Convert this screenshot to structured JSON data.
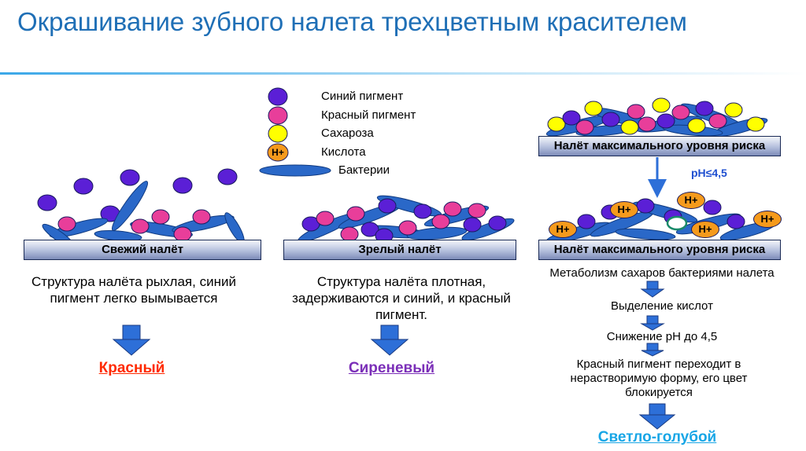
{
  "title": "Окрашивание зубного налета трехцветным красителем",
  "legend": {
    "blue_pigment": "Синий пигмент",
    "red_pigment": "Красный пигмент",
    "sucrose": "Сахароза",
    "acid": "Кислота",
    "bacteria": "Бактерии",
    "acid_symbol": "H+"
  },
  "panels": {
    "fresh": {
      "label": "Свежий налёт",
      "description": "Структура налёта рыхлая, синий пигмент легко вымывается",
      "result": "Красный"
    },
    "mature": {
      "label": "Зрелый налёт",
      "description": "Структура налёта плотная, задерживаются и синий, и красный пигмент.",
      "result": "Сиреневый"
    },
    "risk": {
      "label_top": "Налёт максимального уровня риска",
      "label_bottom": "Налёт максимального уровня риска",
      "ph_label": "pH≤4,5",
      "steps": [
        "Метаболизм сахаров бактериями налета",
        "Выделение кислот",
        "Снижение pH до 4,5",
        "Красный пигмент переходит в нерастворимую форму, его цвет блокируется"
      ],
      "result": "Светло-голубой"
    }
  },
  "colors": {
    "title": "#1f6fb6",
    "blue_pigment": "#5b1fd6",
    "red_pigment": "#e83e9a",
    "sucrose": "#ffff00",
    "acid": "#f59a1c",
    "bacteria": "#2a68c8",
    "result_red": "#ff2a00",
    "result_lilac": "#7b2fb8",
    "result_lightblue": "#18a6e6",
    "arrow_blue": "#2d6fd8"
  }
}
